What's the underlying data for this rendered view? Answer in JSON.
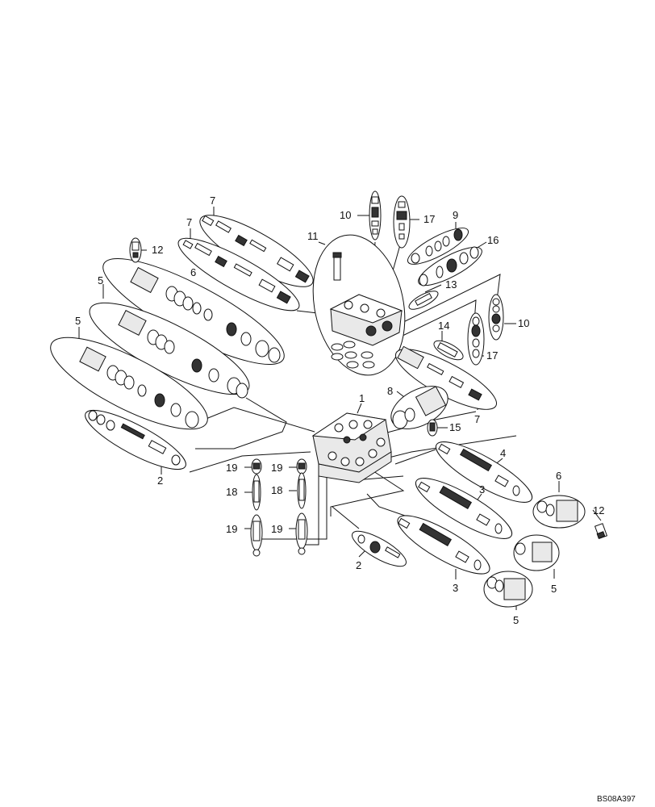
{
  "diagram": {
    "callouts": {
      "c1": "1",
      "c2a": "2",
      "c2b": "2",
      "c3a": "3",
      "c3b": "3",
      "c4": "4",
      "c5a": "5",
      "c5b": "5",
      "c5c": "5",
      "c5d": "5",
      "c6a": "6",
      "c6b": "6",
      "c7a": "7",
      "c7b": "7",
      "c7c": "7",
      "c8": "8",
      "c9": "9",
      "c10a": "10",
      "c10b": "10",
      "c11": "11",
      "c12a": "12",
      "c12b": "12",
      "c13": "13",
      "c14": "14",
      "c15": "15",
      "c16": "16",
      "c17a": "17",
      "c17b": "17",
      "c18a": "18",
      "c18b": "18",
      "c19a": "19",
      "c19b": "19",
      "c19c": "19",
      "c19d": "19"
    },
    "reference_code": "BS08A397"
  }
}
